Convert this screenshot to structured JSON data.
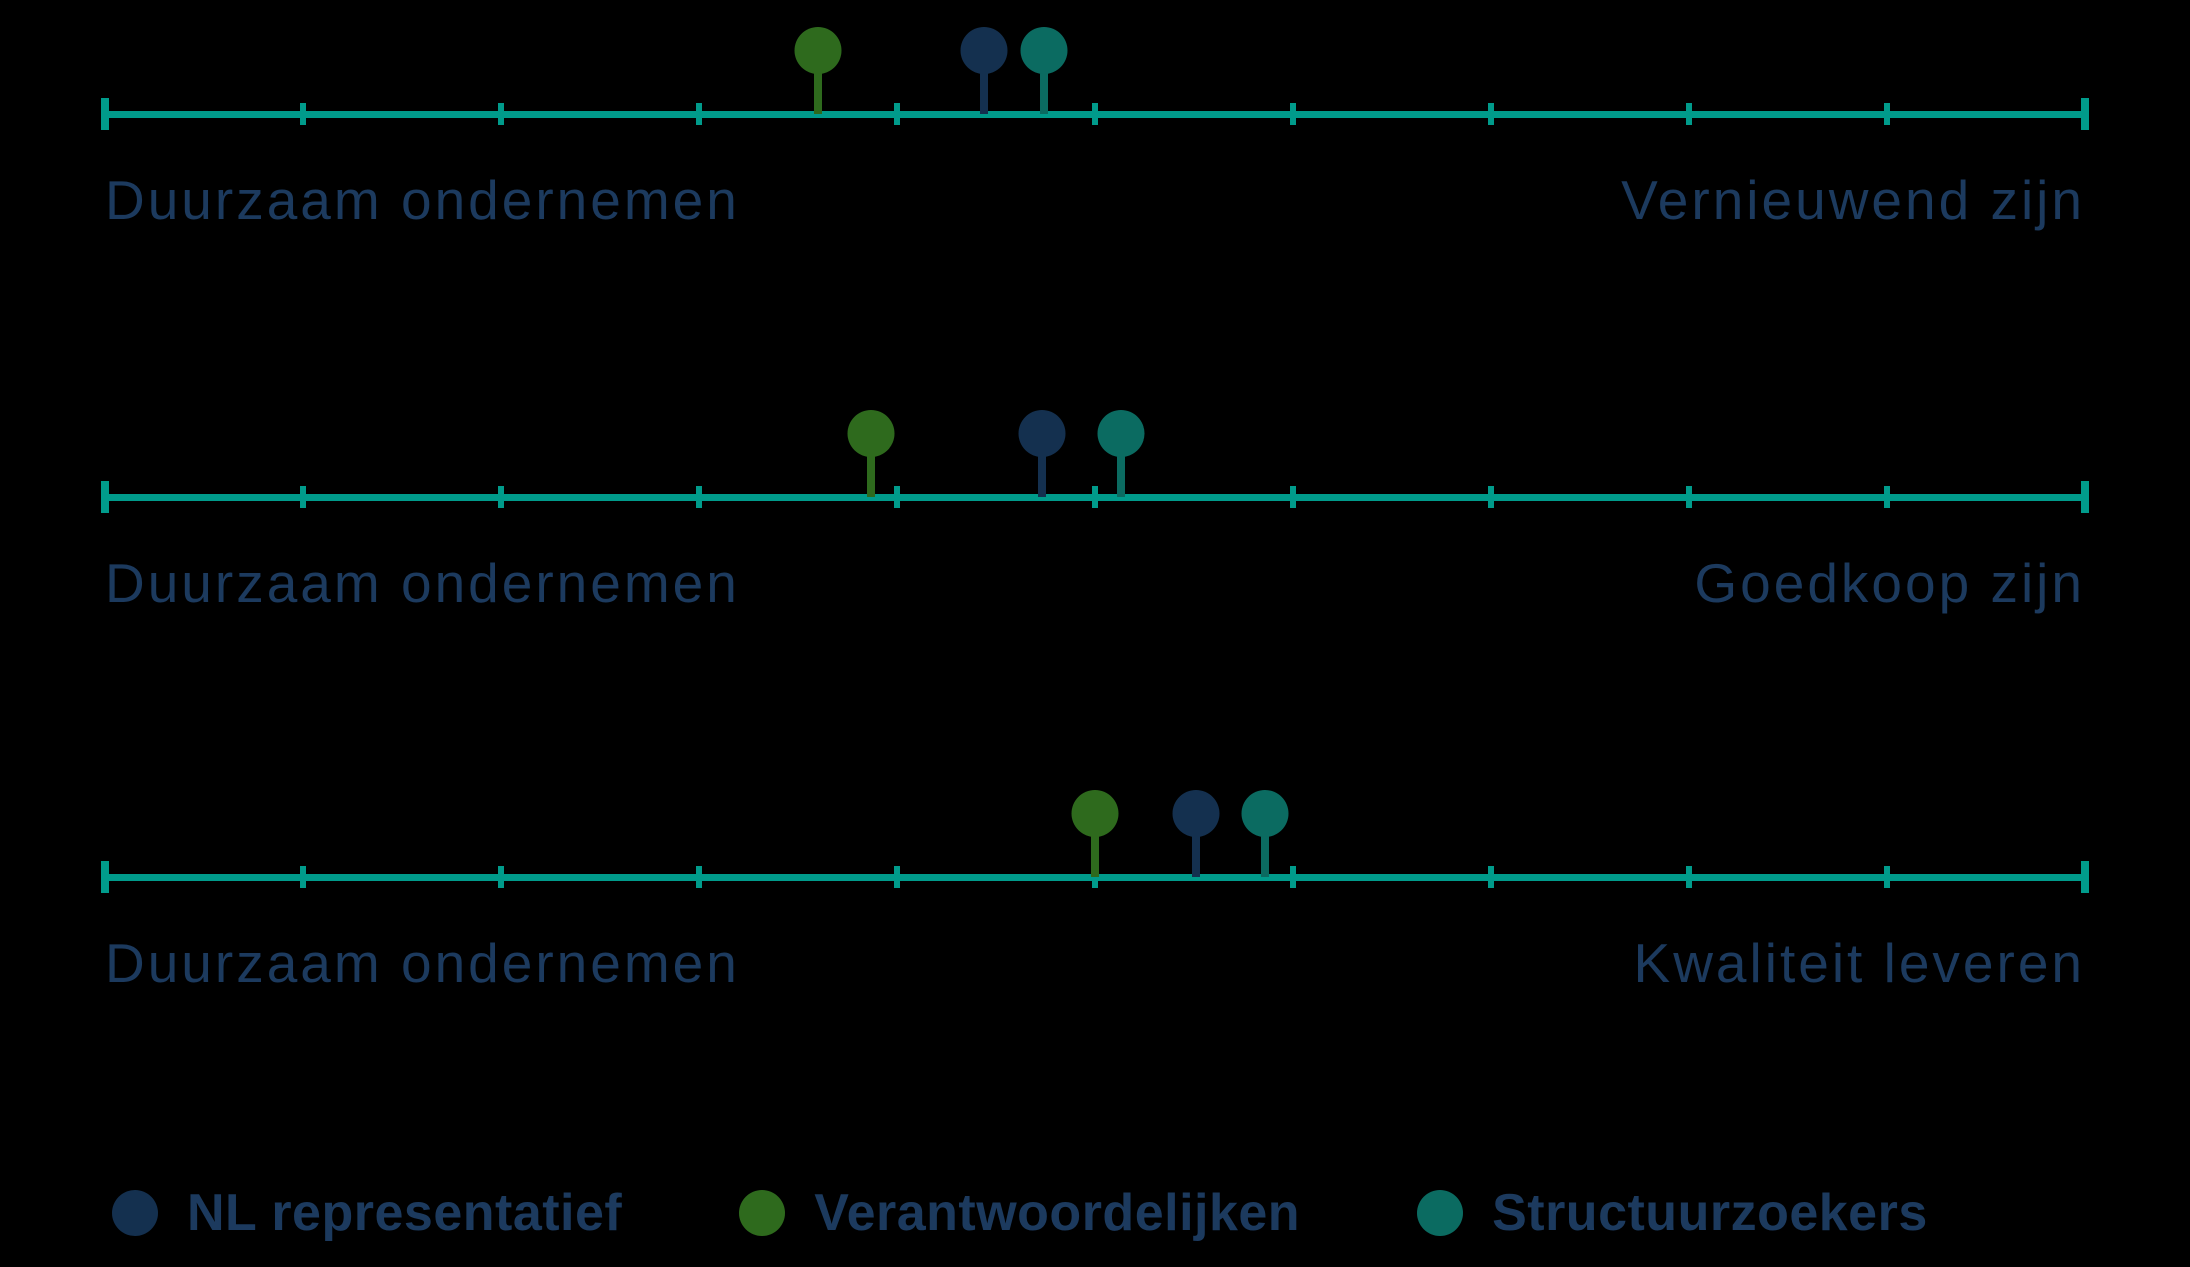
{
  "page": {
    "background": "#000000"
  },
  "colors": {
    "track": "#009b8b",
    "navy": "#14304f",
    "green": "#2e6a1d",
    "teal": "#0b6b61",
    "label_text": "#1c3a5e"
  },
  "chart_data": {
    "type": "scatter",
    "subtype": "lollipop_semantic_differential_scales",
    "axis": {
      "min": 0,
      "max": 10,
      "tick_count": 11,
      "tick_labels_visible": false,
      "grid": false
    },
    "rows": [
      {
        "left_label": "Duurzaam ondernemen",
        "right_label": "Vernieuwend zijn"
      },
      {
        "left_label": "Duurzaam ondernemen",
        "right_label": "Goedkoop zijn"
      },
      {
        "left_label": "Duurzaam ondernemen",
        "right_label": "Kwaliteit leveren"
      }
    ],
    "series": [
      {
        "name": "NL representatief",
        "color": "#14304f",
        "values": [
          4.44,
          4.73,
          5.51
        ]
      },
      {
        "name": "Verantwoordelijken",
        "color": "#2e6a1d",
        "values": [
          3.6,
          3.87,
          5.0
        ]
      },
      {
        "name": "Structuurzoekers",
        "color": "#0b6b61",
        "values": [
          4.74,
          5.13,
          5.86
        ]
      }
    ],
    "legend_position": "bottom"
  },
  "legend": {
    "items": [
      {
        "label": "NL representatief",
        "color": "#14304f"
      },
      {
        "label": "Verantwoordelijken",
        "color": "#2e6a1d"
      },
      {
        "label": "Structuurzoekers",
        "color": "#0b6b61"
      }
    ]
  }
}
